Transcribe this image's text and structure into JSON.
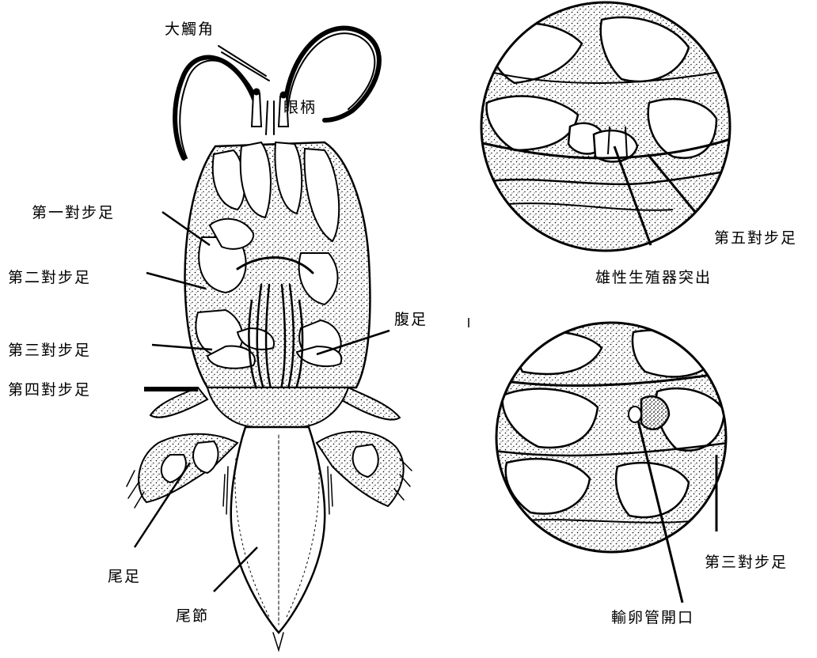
{
  "main_diagram": {
    "labels": {
      "antenna": "大觸角",
      "eyestalk": "眼柄",
      "leg1": "第一對步足",
      "leg2": "第二對步足",
      "leg3": "第三對步足",
      "leg4": "第四對步足",
      "pleopod": "腹足",
      "uropod": "尾足",
      "telson": "尾節"
    }
  },
  "inset_male": {
    "labels": {
      "leg5": "第五對步足",
      "male_organ": "雄性生殖器突出"
    }
  },
  "inset_female": {
    "labels": {
      "leg3": "第三對步足",
      "oviduct": "輸卵管開口"
    }
  },
  "colors": {
    "ink": "#000000",
    "background": "#ffffff"
  }
}
